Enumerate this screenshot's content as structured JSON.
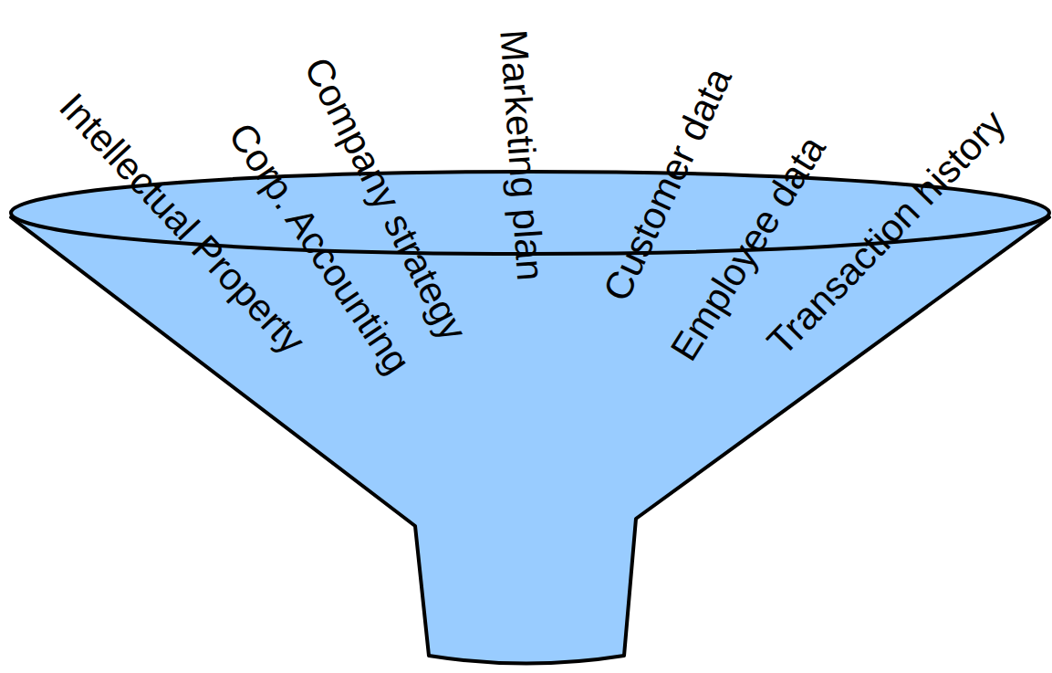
{
  "diagram": {
    "labels": [
      "Intellectual Property",
      "Corp. Accounting",
      "Company strategy",
      "Marketing plan",
      "Customer data",
      "Employee data",
      "Transaction history"
    ]
  }
}
